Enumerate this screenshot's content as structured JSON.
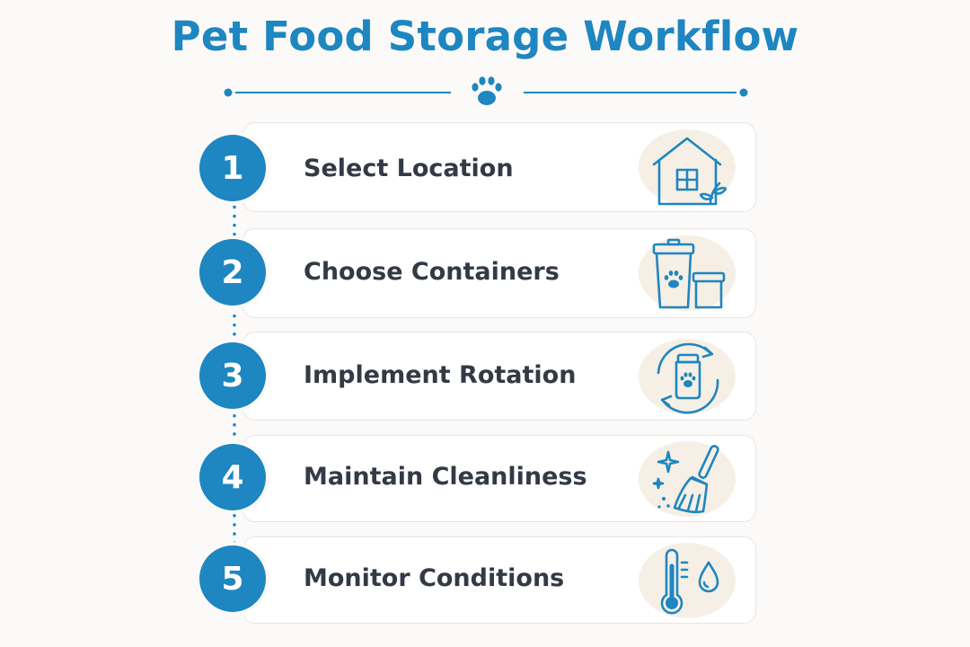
{
  "title": "Pet Food Storage Workflow",
  "colors": {
    "accent": "#1e86c0",
    "text": "#333a45",
    "icon_bg": "#f6efe5",
    "card_border": "#e6e6e6"
  },
  "divider_icon": "paw-icon",
  "steps": [
    {
      "number": "1",
      "label": "Select Location",
      "icon": "house-icon"
    },
    {
      "number": "2",
      "label": "Choose Containers",
      "icon": "containers-icon"
    },
    {
      "number": "3",
      "label": "Implement Rotation",
      "icon": "rotation-icon"
    },
    {
      "number": "4",
      "label": "Maintain Cleanliness",
      "icon": "broom-icon"
    },
    {
      "number": "5",
      "label": "Monitor Conditions",
      "icon": "thermometer-droplet-icon"
    }
  ]
}
